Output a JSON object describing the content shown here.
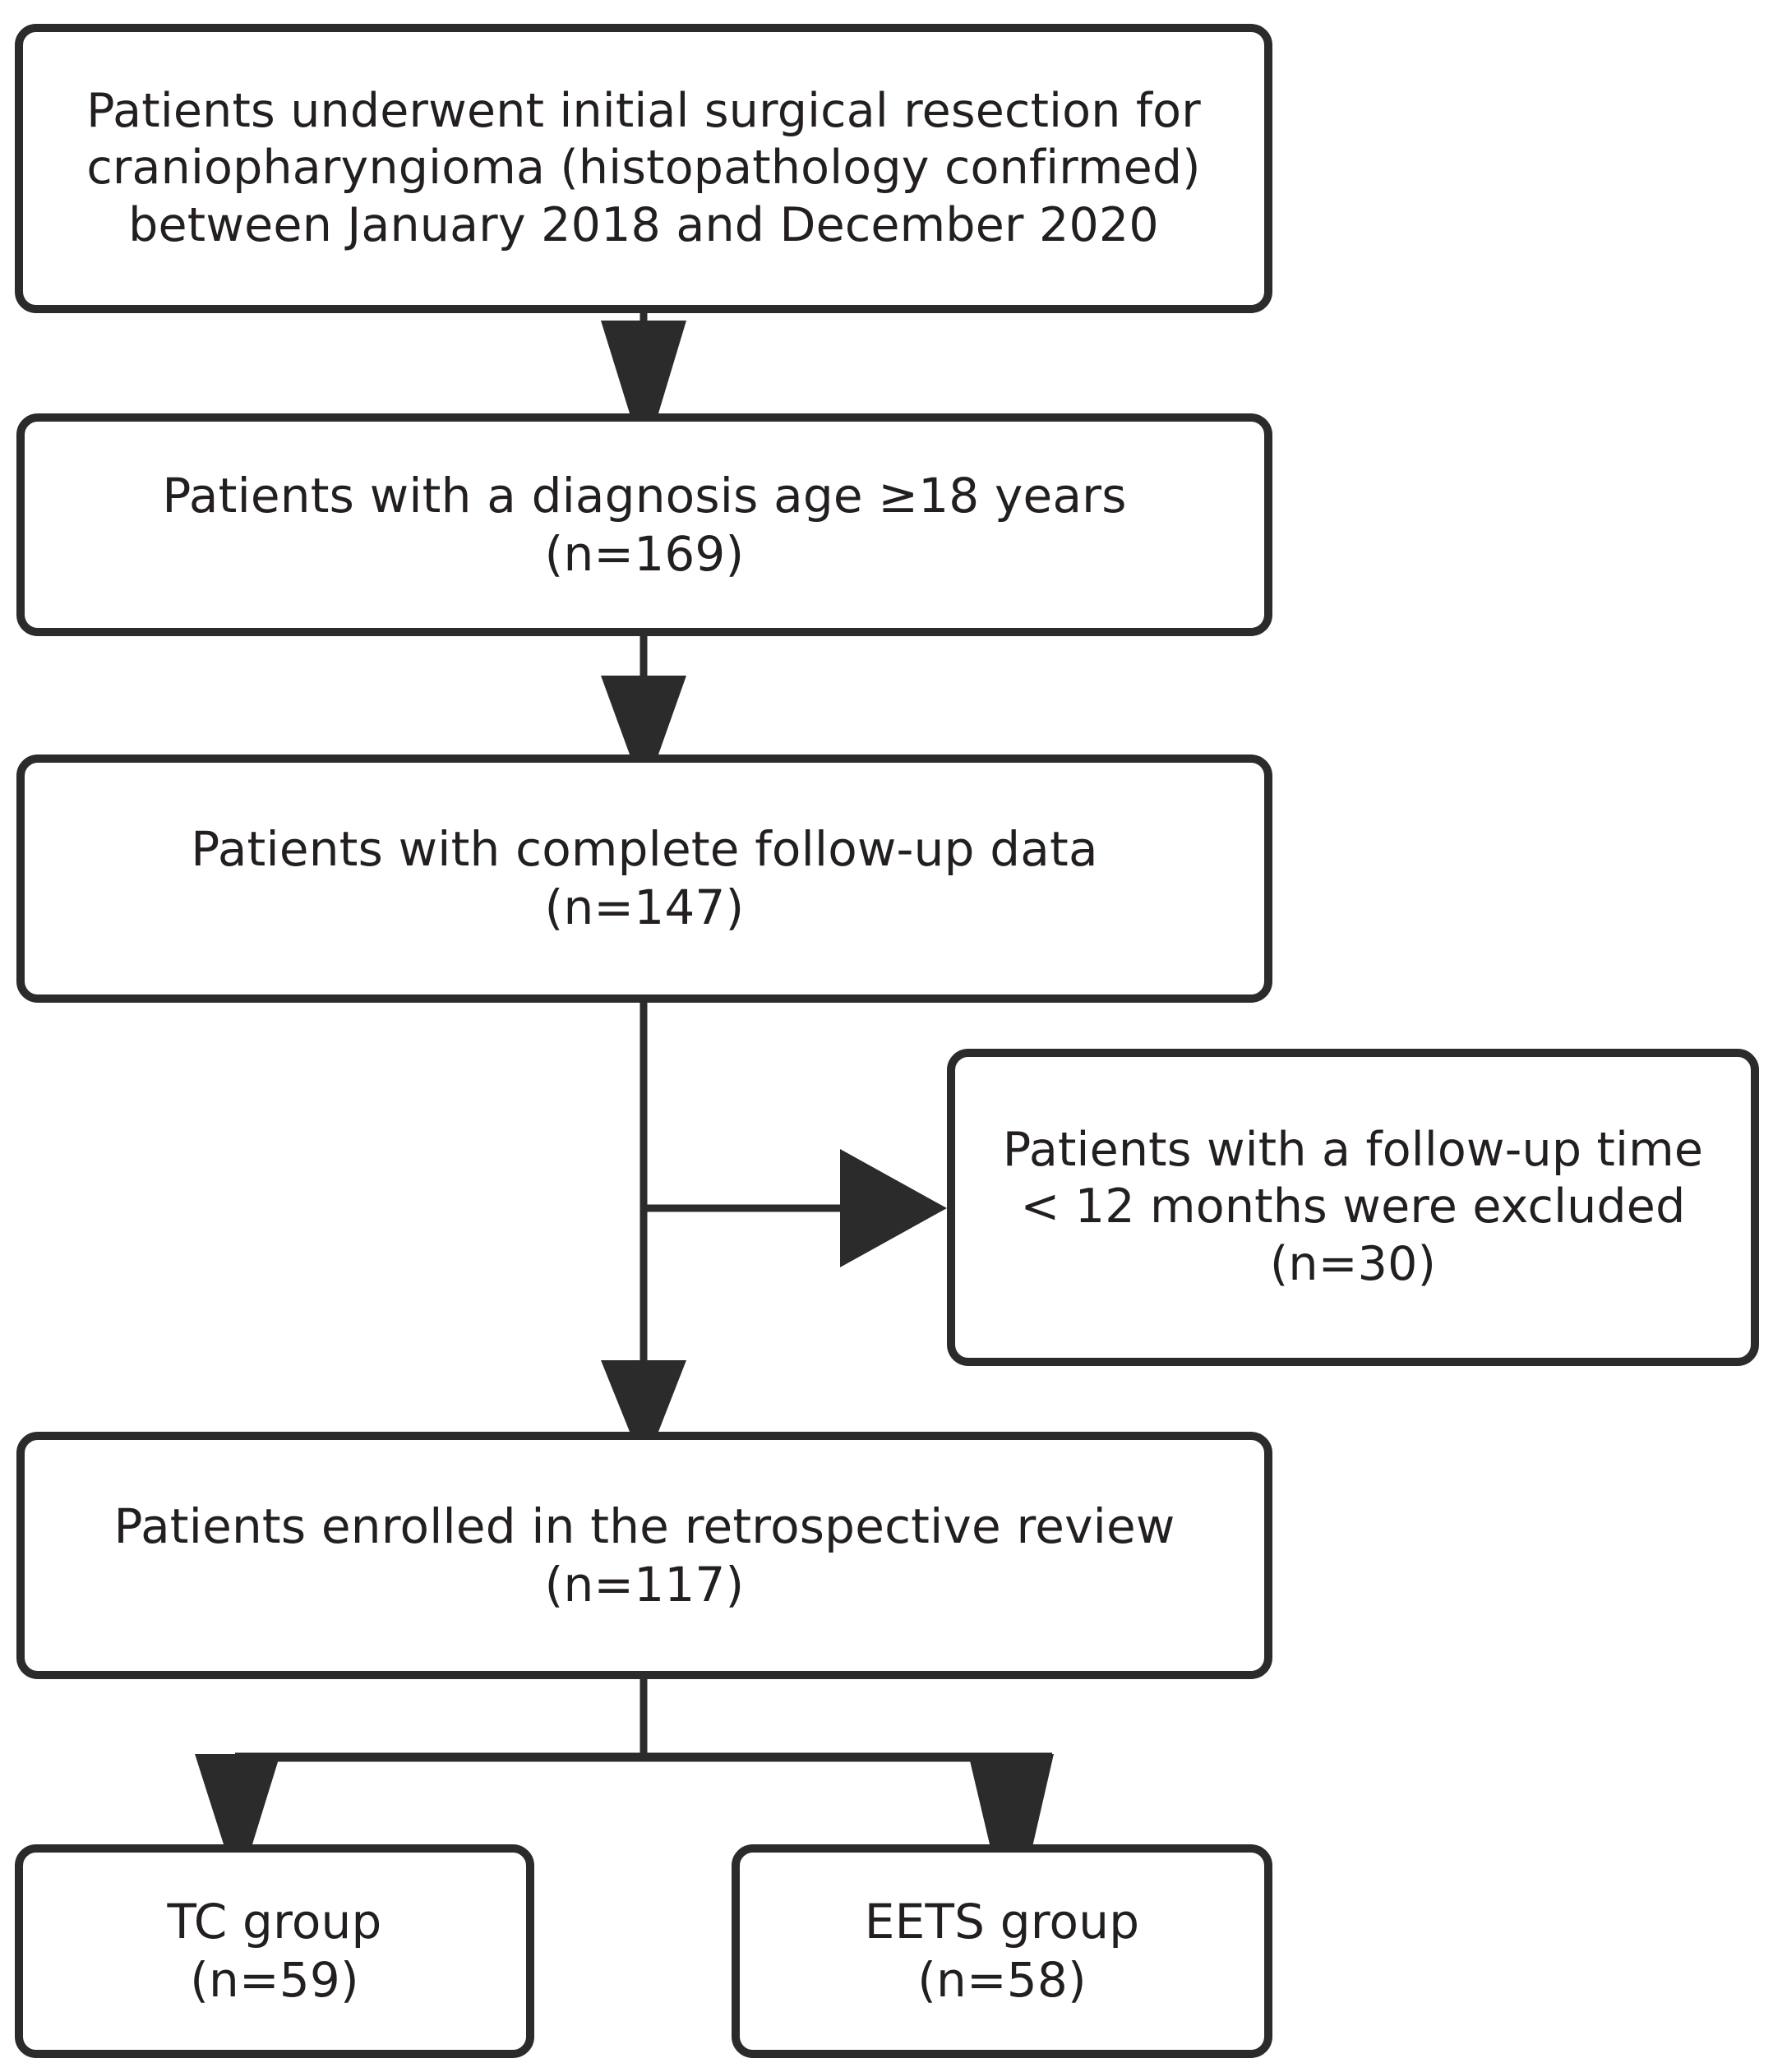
{
  "diagram": {
    "type": "flowchart",
    "orientation": "top-to-bottom",
    "stroke_color": "#2b2b2b",
    "box_fill_color": "#ffffff",
    "text_color": "#231f20",
    "nodes": [
      {
        "id": "screened",
        "text": "Patients underwent initial surgical resection for\ncraniopharyngioma (histopathology confirmed)\nbetween January 2018 and December 2020",
        "count": null
      },
      {
        "id": "age",
        "text": "Patients with a diagnosis age ≥18 years\n(n=169)",
        "count": 169
      },
      {
        "id": "followup",
        "text": "Patients with complete follow-up data\n(n=147)",
        "count": 147
      },
      {
        "id": "excluded",
        "text": "Patients with a follow-up time\n< 12 months were excluded\n(n=30)",
        "count": 30
      },
      {
        "id": "enrolled",
        "text": "Patients enrolled in the retrospective review\n(n=117)",
        "count": 117
      },
      {
        "id": "tc",
        "text": "TC group\n(n=59)",
        "count": 59
      },
      {
        "id": "eets",
        "text": "EETS group\n(n=58)",
        "count": 58
      }
    ],
    "edges": [
      {
        "id": "screened-to-age",
        "from": "screened",
        "to": "age",
        "direction": "down"
      },
      {
        "id": "age-to-followup",
        "from": "age",
        "to": "followup",
        "direction": "down"
      },
      {
        "id": "followup-to-excluded",
        "from": "followup",
        "to": "excluded",
        "direction": "right"
      },
      {
        "id": "followup-to-enrolled",
        "from": "followup",
        "to": "enrolled",
        "direction": "down"
      },
      {
        "id": "enrolled-to-tc",
        "from": "enrolled",
        "to": "tc",
        "direction": "down-left"
      },
      {
        "id": "enrolled-to-eets",
        "from": "enrolled",
        "to": "eets",
        "direction": "down-right"
      }
    ]
  }
}
